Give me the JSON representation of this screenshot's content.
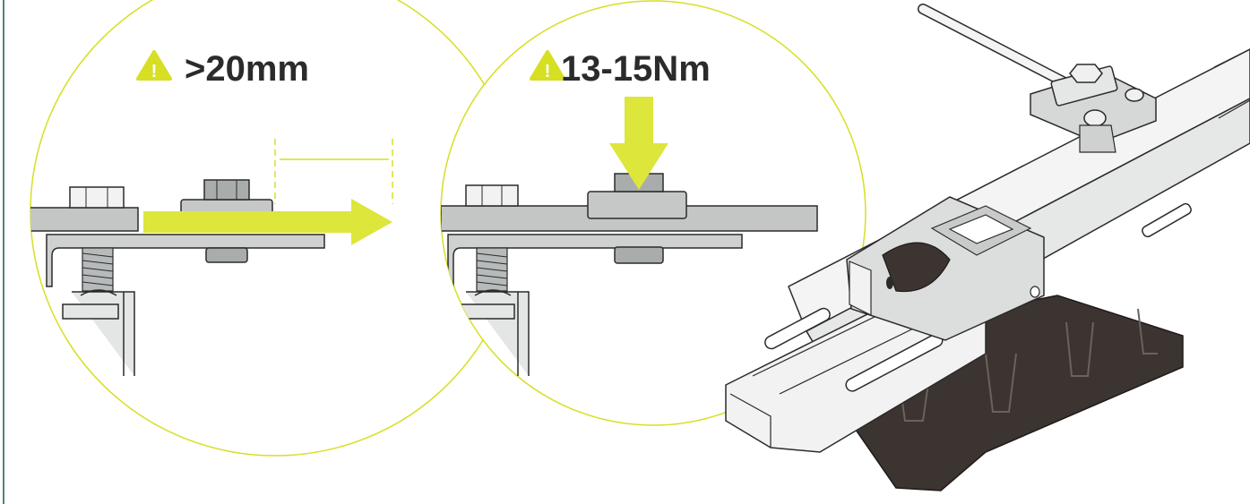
{
  "colors": {
    "accent": "#d7df23",
    "accent_arrow": "#dde63a",
    "steel": "#bfc2c2",
    "steel_dark": "#8f9393",
    "outline": "#2b2b2b",
    "base_dark": "#3b3431",
    "frame_line": "#1f5c4a"
  },
  "callouts": [
    {
      "id": "clearance",
      "icon": "warning-triangle-icon",
      "icon_glyph": "!",
      "label": ">20mm"
    },
    {
      "id": "torque",
      "icon": "warning-triangle-icon",
      "icon_glyph": "!",
      "label": "13-15Nm"
    }
  ],
  "icons": {
    "slide_direction": "arrow-right-icon",
    "tighten_direction": "arrow-down-icon"
  }
}
